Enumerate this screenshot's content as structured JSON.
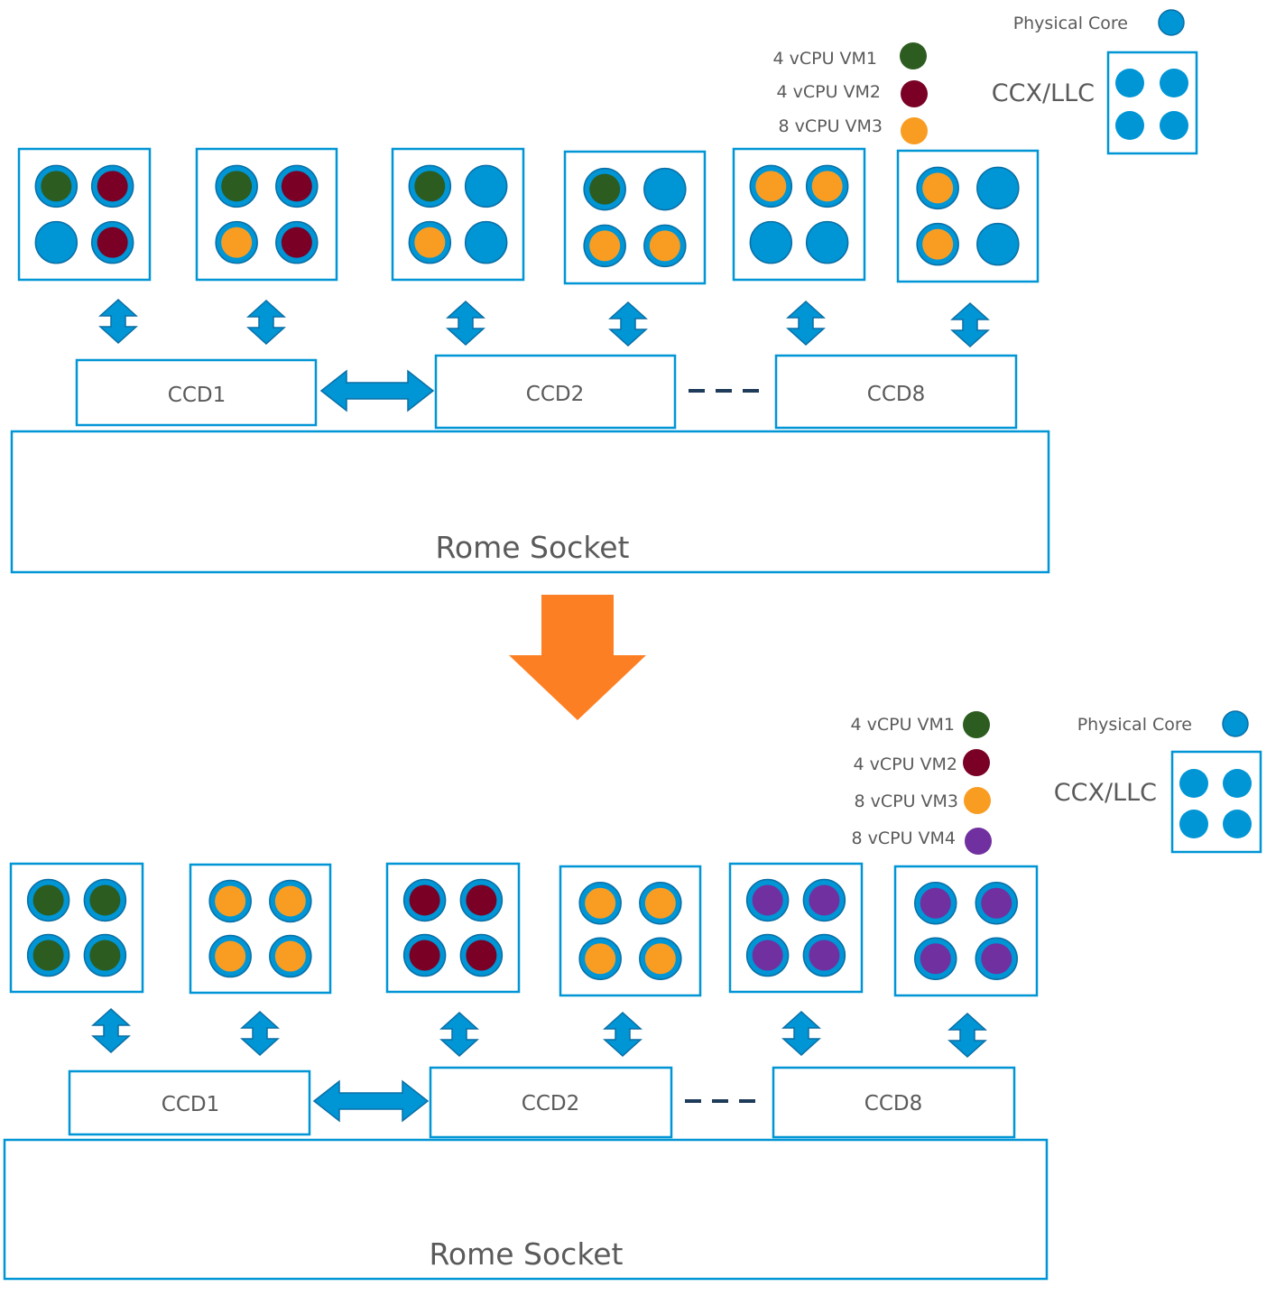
{
  "colors": {
    "core_blue": "#0095d5",
    "box_border": "#0095d5",
    "vm1_green": "#2c5c1f",
    "vm2_maroon": "#7a0025",
    "vm3_orange": "#f99d22",
    "vm4_purple": "#7030a0",
    "transition_arrow": "#fd7f23",
    "text_gray": "#5a5a5a",
    "dash_navy": "#1f3b5a"
  },
  "top": {
    "legend": {
      "physical_core": "Physical Core",
      "ccx_llc": "CCX/LLC",
      "vms": [
        {
          "label": "4 vCPU VM1",
          "color": "vm1_green"
        },
        {
          "label": "4 vCPU VM2",
          "color": "vm2_maroon"
        },
        {
          "label": "8 vCPU VM3",
          "color": "vm3_orange"
        }
      ]
    },
    "ccx_boxes": [
      {
        "cores": [
          "vm1_green",
          "vm2_maroon",
          "core_blue",
          "vm2_maroon"
        ]
      },
      {
        "cores": [
          "vm1_green",
          "vm2_maroon",
          "vm3_orange",
          "vm2_maroon"
        ]
      },
      {
        "cores": [
          "vm1_green",
          "core_blue",
          "vm3_orange",
          "core_blue"
        ]
      },
      {
        "cores": [
          "vm1_green",
          "core_blue",
          "vm3_orange",
          "vm3_orange"
        ]
      },
      {
        "cores": [
          "vm3_orange",
          "vm3_orange",
          "core_blue",
          "core_blue"
        ]
      },
      {
        "cores": [
          "vm3_orange",
          "core_blue",
          "vm3_orange",
          "core_blue"
        ]
      }
    ],
    "ccds": [
      "CCD1",
      "CCD2",
      "CCD8"
    ],
    "socket": "Rome Socket"
  },
  "bottom": {
    "legend": {
      "physical_core": "Physical Core",
      "ccx_llc": "CCX/LLC",
      "vms": [
        {
          "label": "4 vCPU VM1",
          "color": "vm1_green"
        },
        {
          "label": "4 vCPU VM2",
          "color": "vm2_maroon"
        },
        {
          "label": "8 vCPU VM3",
          "color": "vm3_orange"
        },
        {
          "label": "8 vCPU VM4",
          "color": "vm4_purple"
        }
      ]
    },
    "ccx_boxes": [
      {
        "cores": [
          "vm1_green",
          "vm1_green",
          "vm1_green",
          "vm1_green"
        ]
      },
      {
        "cores": [
          "vm3_orange",
          "vm3_orange",
          "vm3_orange",
          "vm3_orange"
        ]
      },
      {
        "cores": [
          "vm2_maroon",
          "vm2_maroon",
          "vm2_maroon",
          "vm2_maroon"
        ]
      },
      {
        "cores": [
          "vm3_orange",
          "vm3_orange",
          "vm3_orange",
          "vm3_orange"
        ]
      },
      {
        "cores": [
          "vm4_purple",
          "vm4_purple",
          "vm4_purple",
          "vm4_purple"
        ]
      },
      {
        "cores": [
          "vm4_purple",
          "vm4_purple",
          "vm4_purple",
          "vm4_purple"
        ]
      }
    ],
    "ccds": [
      "CCD1",
      "CCD2",
      "CCD8"
    ],
    "socket": "Rome Socket"
  }
}
